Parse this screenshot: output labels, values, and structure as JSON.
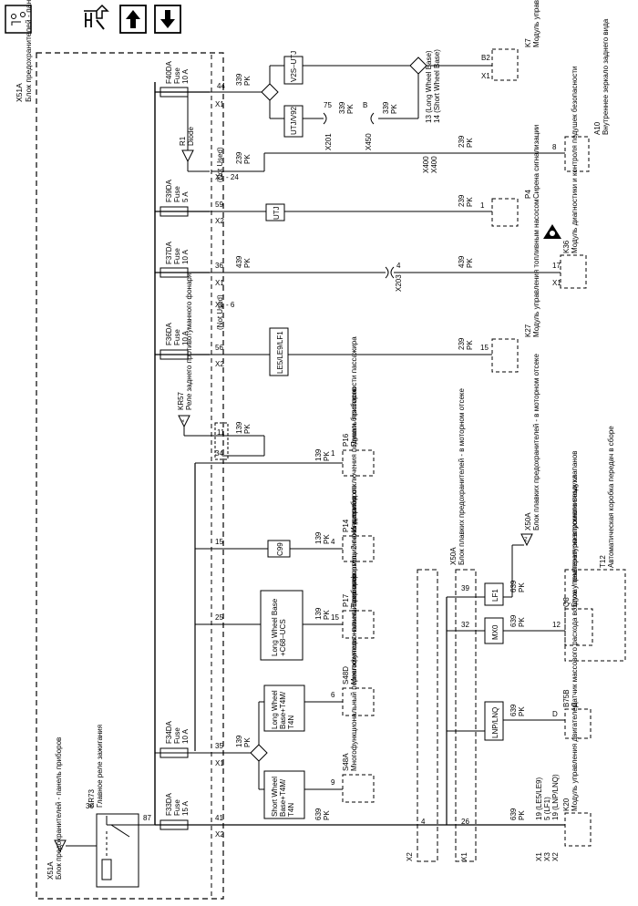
{
  "toolbar": {
    "buttons": [
      {
        "name": "diagram-legend-button",
        "icon": "legend-icon"
      },
      {
        "name": "connector-tool-button",
        "icon": "tool-icon"
      },
      {
        "name": "page-up-button",
        "icon": "arrow-up-icon"
      },
      {
        "name": "page-down-button",
        "icon": "arrow-down-icon"
      }
    ]
  },
  "fuse_box": {
    "id": "X51A",
    "name": "Блок предохранителей - панель приборов",
    "fuses": [
      {
        "id": "F40DA",
        "type": "Fuse",
        "rating": "10 A"
      },
      {
        "id": "F39DA",
        "type": "Fuse",
        "rating": "5 A"
      },
      {
        "id": "F37DA",
        "type": "Fuse",
        "rating": "10 A"
      },
      {
        "id": "F36DA",
        "type": "Fuse",
        "rating": "10 A"
      },
      {
        "id": "F34DA",
        "type": "Fuse",
        "rating": "10 A"
      },
      {
        "id": "F33DA",
        "type": "Fuse",
        "rating": "15 A"
      }
    ],
    "diode": {
      "id": "R1",
      "type": "Diode"
    },
    "relay": {
      "id": "KR73",
      "name": "Главное реле зажигания",
      "pin_in": "30",
      "pin_out": "87"
    },
    "source": {
      "id": "X51A",
      "name": "Блок предохранителей - панель приборов"
    },
    "relay57": {
      "id": "KR57",
      "name": "Реле заднего противотуманного фонаря"
    }
  },
  "pins": {
    "f40": "44",
    "f39": "59",
    "d24": "24",
    "d24_note": "(Not Used)",
    "f37": "36",
    "f36": "56",
    "d6": "6",
    "d6_note": "(Not Used)",
    "kr57a": "11",
    "kr57b": "34",
    "p14": "15",
    "p17": "25",
    "f34": "35",
    "f33": "41",
    "x1": "X1",
    "x2": "X2",
    "x1_range": "X1 - 24",
    "x1_range2": "X1 - 6"
  },
  "wires": {
    "w339a": "339",
    "pk": "PK",
    "w239": "239",
    "w439": "439",
    "w139": "139",
    "w639": "639"
  },
  "options": {
    "v2s": "V2S–UTJ",
    "utj_v92": "UTJ/V92",
    "utj": "UTJ",
    "le5": "LE5/LE9/LF1",
    "lwb_c68": "Long Wheel Base +C68–UCS",
    "c99": "C99",
    "lwb_t4m": "Long Wheel Base+T4M/ T4N",
    "swb_t4m": "Short Wheel Base+T4M/ T4N",
    "lnp": "LNP/LNQ",
    "mx0": "MX0",
    "lf1": "LF1",
    "wheelbase": "13 (Long Wheel Base) 14 (Short Wheel Base)"
  },
  "connectors": {
    "x201": "X201",
    "x201_pin": "75",
    "x450": "X450",
    "x450_pin": "B",
    "x400a": "X400",
    "x400b": "X400",
    "x203": "X203",
    "x203_pin": "4",
    "x50a": "X50A",
    "x50a_pin39": "39",
    "x50a_pin32": "32",
    "x50a_pin4": "4",
    "x50a_pin26": "26"
  },
  "components": [
    {
      "id": "K7",
      "pin": "B2",
      "conn": "X1",
      "name": "Модуль управления оборудованием кузова - дополнительный"
    },
    {
      "id": "A10",
      "pin": "8",
      "name": "Внутреннее зеркало заднего вида"
    },
    {
      "id": "P4",
      "pin": "1",
      "name": "Сирена сигнализации"
    },
    {
      "id": "K36",
      "pin": "17",
      "conn": "X1",
      "name": "Модуль диагностики и контроля подушек безопасности"
    },
    {
      "id": "K27",
      "pin": "15",
      "name": "Модуль управления топливным насосом"
    },
    {
      "id": "P16",
      "pin": "1",
      "name": "Панель приборов"
    },
    {
      "id": "P14",
      "pin": "4",
      "name": "Индикатор отключения подушки безопасности пассажира"
    },
    {
      "id": "P17",
      "pin": "15",
      "name": "Блок информационного дисплея"
    },
    {
      "id": "S48D",
      "pin": "6",
      "name": "Многофункциональный переключатель 2 панель приборов"
    },
    {
      "id": "S48A",
      "pin": "9",
      "name": "Многофункциональный переключатель - панель приборов"
    },
    {
      "id": "B75B",
      "pin": "D",
      "name": "Датчик массового расхода воздуха / температуры впускного воздуха"
    },
    {
      "id": "Q8",
      "pin": "12",
      "name": "Блок управления электромагнитных клапанов"
    },
    {
      "id": "T12",
      "name": "Автоматическая коробка передач в сборе"
    },
    {
      "id": "K20",
      "pins": [
        "19 (LE5/LE9)",
        "5 (LF1)",
        "19 (LNP/LNQ)"
      ],
      "conns": [
        "X1",
        "X3",
        "X2"
      ],
      "name": "Модуль управления двигателем"
    },
    {
      "id": "X50A",
      "name": "Блок плавких предохранителей - в моторном отсеке"
    }
  ]
}
